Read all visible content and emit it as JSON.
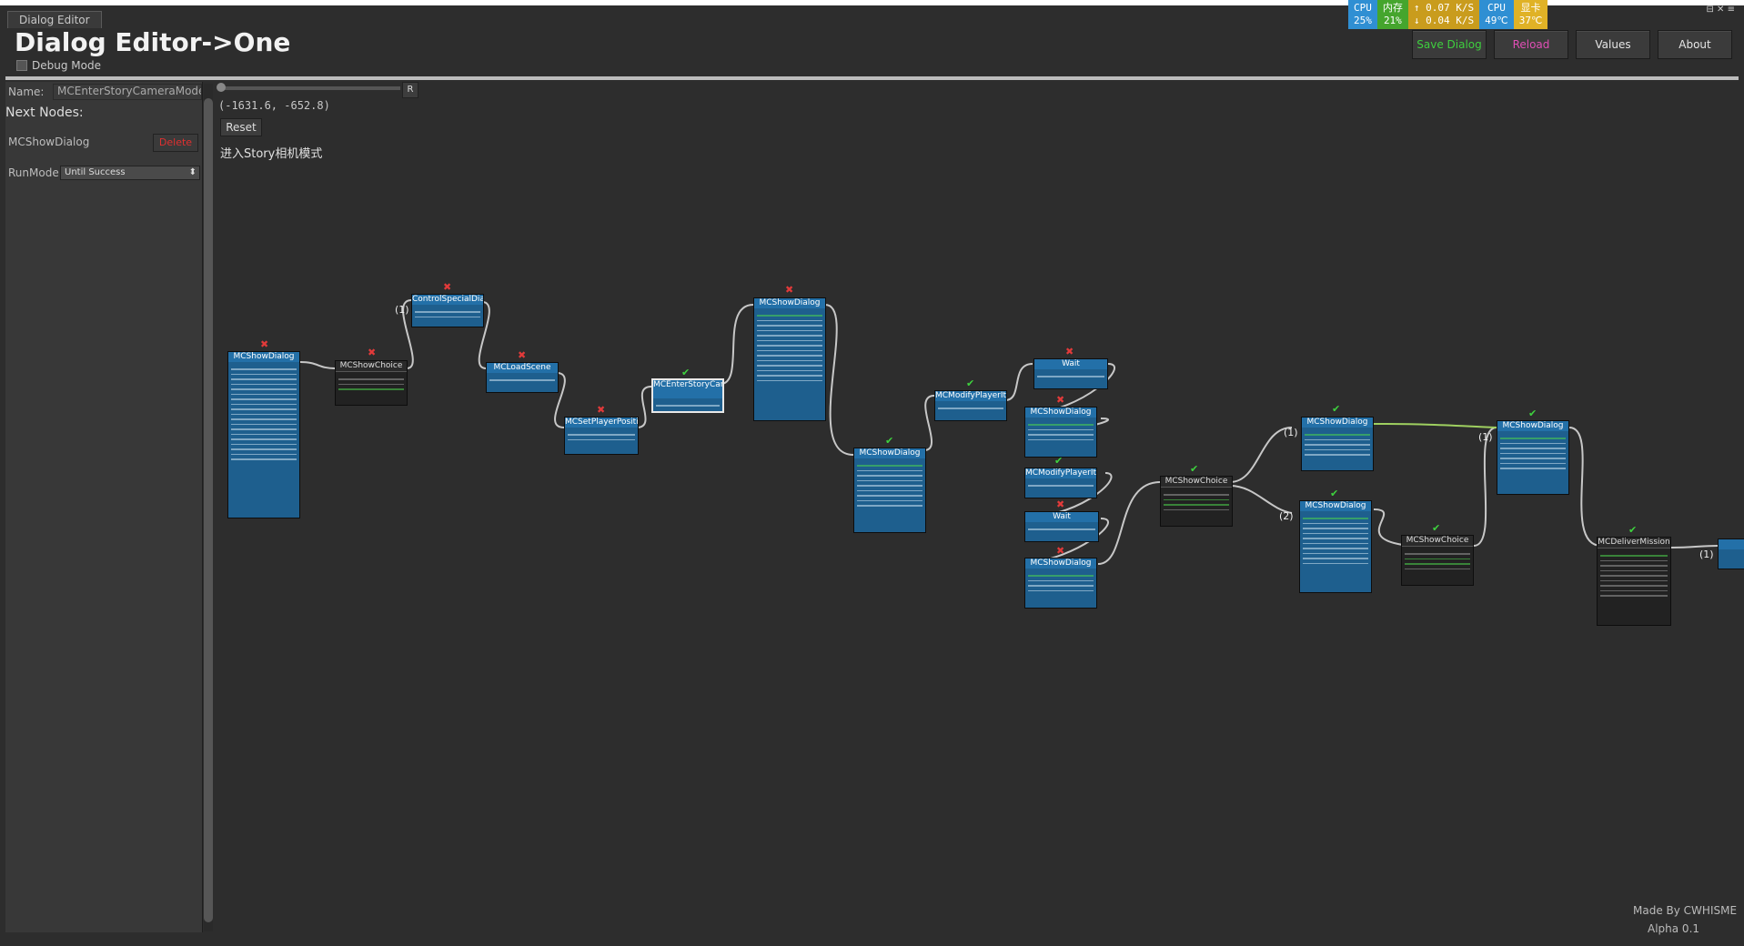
{
  "window": {
    "tab": "Dialog Editor",
    "controls": "⊟ ✕ ≡"
  },
  "sysmon": [
    {
      "label": "CPU",
      "value": "25%",
      "color": "#2f8fd3"
    },
    {
      "label": "内存",
      "value": "21%",
      "color": "#45a52d"
    },
    {
      "label": "↑ 0.07 K/S",
      "value": "↓ 0.04 K/S",
      "color": "#c99c1d"
    },
    {
      "label": "CPU",
      "value": "49℃",
      "color": "#2f8fd3"
    },
    {
      "label": "显卡",
      "value": "37℃",
      "color": "#e0b226"
    }
  ],
  "header": {
    "title": "Dialog Editor->One",
    "debug_label": "Debug Mode",
    "buttons": {
      "save": "Save Dialog",
      "reload": "Reload",
      "values": "Values",
      "about": "About"
    },
    "colors": {
      "save": "#3ecf3e",
      "reload": "#e04fb5",
      "values": "#e6e6e6",
      "about": "#e6e6e6"
    }
  },
  "inspector": {
    "name_label": "Name:",
    "name_value": "MCEnterStoryCameraMode",
    "next_nodes_label": "Next Nodes:",
    "next_node": "MCShowDialog",
    "delete_label": "Delete",
    "runmode_label": "RunMode",
    "runmode_value": "Until Success"
  },
  "canvas": {
    "r_button": "R",
    "coords": "(-1631.6, -652.8)",
    "reset_label": "Reset",
    "description": "进入Story相机模式"
  },
  "nodes": {
    "n1": "MCShowDialog",
    "n2": "MCShowChoice",
    "n3": "ControlSpecialDialo",
    "n4": "MCLoadScene",
    "n5": "MCSetPlayerPositio",
    "n6": "MCEnterStoryCameraMode",
    "n7": "MCShowDialog",
    "n8": "MCShowDialog",
    "n9": "MCModifyPlayerIte",
    "n10": "Wait",
    "n11": "MCShowDialog",
    "n12": "MCModifyPlayerIte",
    "n13": "Wait",
    "n14": "MCShowDialog",
    "n15": "MCShowChoice",
    "n16": "MCShowDialog",
    "n17": "MCShowDialog",
    "n18": "MCShowChoice",
    "n19": "MCShowDialog",
    "n20": "MCDeliverMission"
  },
  "status": {
    "x": "✖",
    "ok": "✔"
  },
  "pins": {
    "one": "(1)",
    "two": "(2)"
  },
  "footer": {
    "made_by": "Made By CWHISME",
    "version": "Alpha 0.1"
  }
}
